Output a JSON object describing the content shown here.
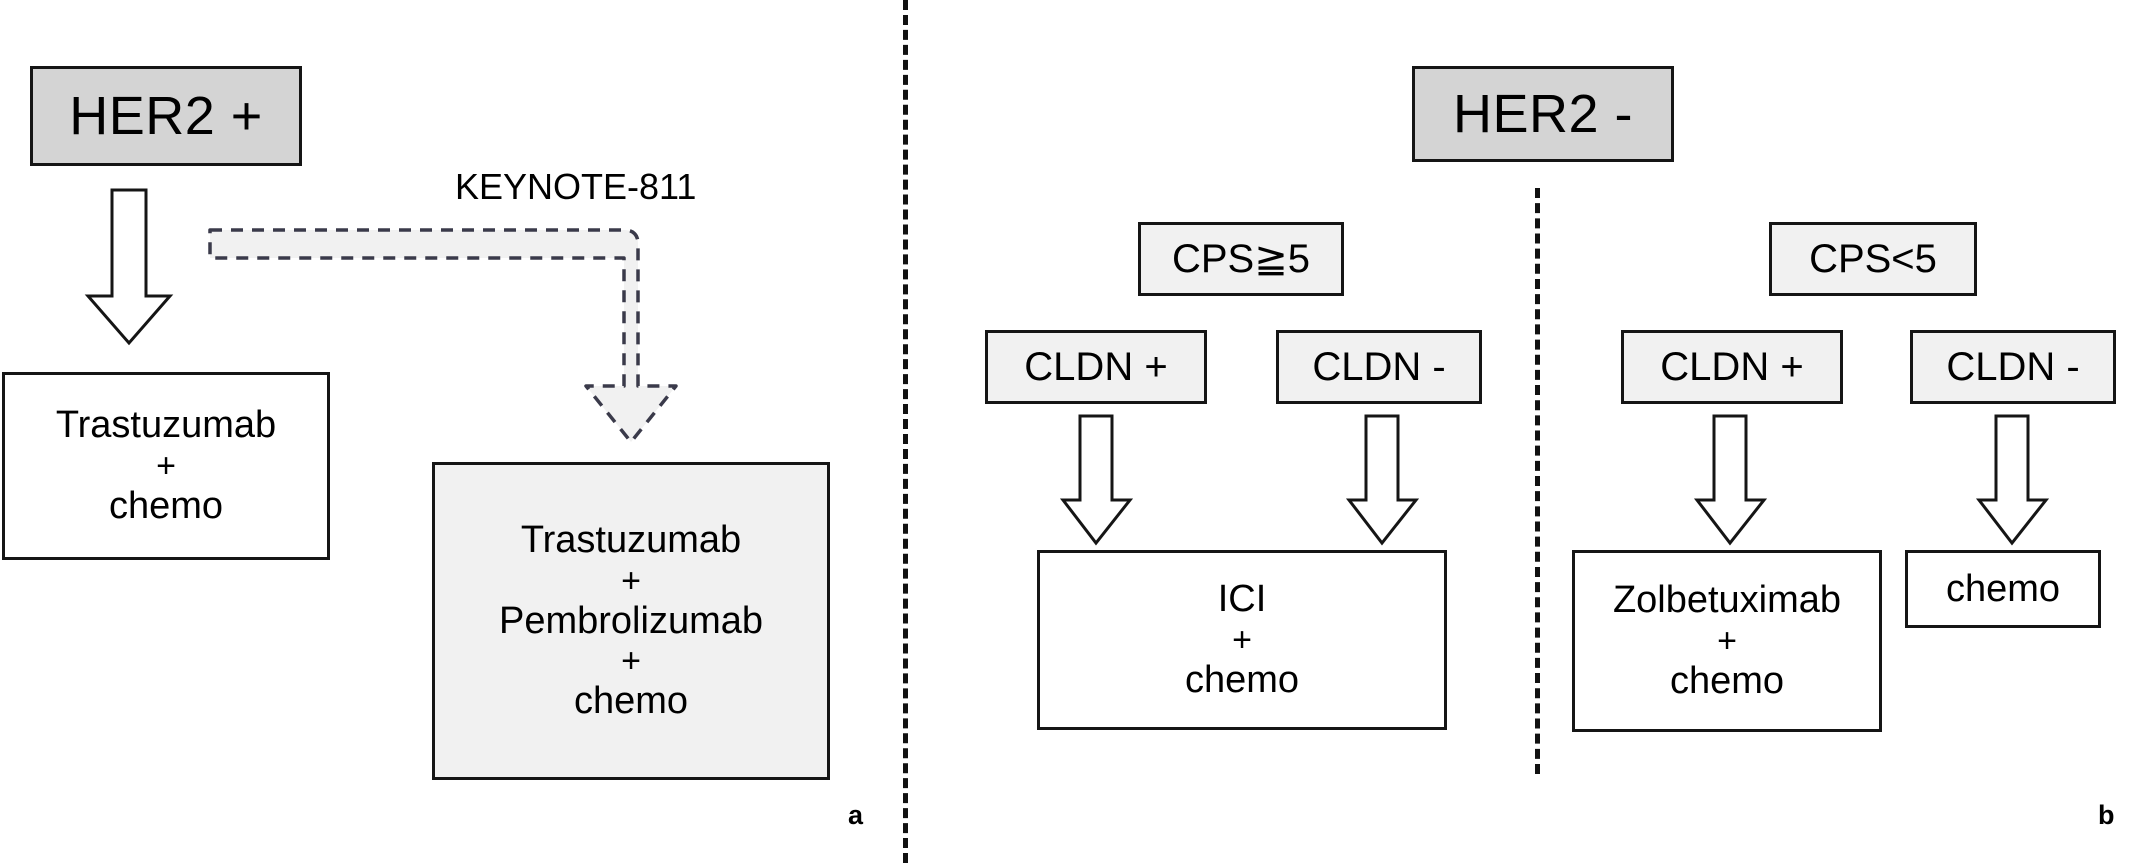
{
  "figure": {
    "panels": [
      {
        "id": "a",
        "label": "a",
        "root": {
          "text": "HER2 +"
        },
        "caption": "KEYNOTE-811",
        "treatments": [
          {
            "lines": [
              "Trastuzumab",
              "+",
              "chemo"
            ]
          },
          {
            "lines": [
              "Trastuzumab",
              "+",
              "Pembrolizumab",
              "+",
              "chemo"
            ]
          }
        ]
      },
      {
        "id": "b",
        "label": "b",
        "root": {
          "text": "HER2 -"
        },
        "branches": [
          {
            "cps": "CPS≧5",
            "subgroups": [
              {
                "marker": "CLDN +"
              },
              {
                "marker": "CLDN -"
              }
            ],
            "treatments": [
              {
                "lines": [
                  "ICI",
                  "+",
                  "chemo"
                ]
              }
            ]
          },
          {
            "cps": "CPS<5",
            "subgroups": [
              {
                "marker": "CLDN +"
              },
              {
                "marker": "CLDN -"
              }
            ],
            "treatments": [
              {
                "lines": [
                  "Zolbetuximab",
                  "+",
                  "chemo"
                ]
              },
              {
                "lines": [
                  "chemo"
                ]
              }
            ]
          }
        ]
      }
    ],
    "colors": {
      "root_fill": "#d4d4d4",
      "marker_fill": "#f1f1f1",
      "treatment_fill": "#ffffff",
      "highlight_fill": "#f1f1f1",
      "stroke": "#151515",
      "dashed_stroke": "#3a3a4a",
      "background": "#ffffff"
    }
  },
  "nodes": {
    "her2_pos": "HER2 +",
    "her2_neg": "HER2 -",
    "keynote": "KEYNOTE-811",
    "trast_chemo": {
      "l1": "Trastuzumab",
      "l2": "+",
      "l3": "chemo"
    },
    "trast_pembro_chemo": {
      "l1": "Trastuzumab",
      "l2": "+",
      "l3": "Pembrolizumab",
      "l4": "+",
      "l5": "chemo"
    },
    "cps_ge5": "CPS≧5",
    "cps_lt5": "CPS<5",
    "cldn_pos_left": "CLDN +",
    "cldn_neg_left": "CLDN -",
    "cldn_pos_right": "CLDN +",
    "cldn_neg_right": "CLDN -",
    "ici_chemo": {
      "l1": "ICI",
      "l2": "+",
      "l3": "chemo"
    },
    "zolbe_chemo": {
      "l1": "Zolbetuximab",
      "l2": "+",
      "l3": "chemo"
    },
    "chemo_only": "chemo",
    "label_a": "a",
    "label_b": "b"
  }
}
